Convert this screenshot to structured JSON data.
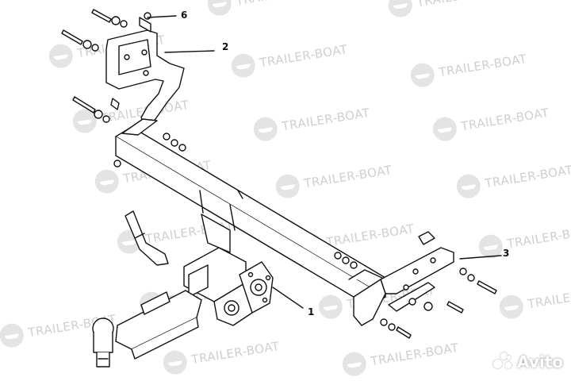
{
  "watermark": {
    "text": "TRAILER-BOAT",
    "color": "#cfcfcf"
  },
  "callouts": [
    {
      "id": "1",
      "label": "1"
    },
    {
      "id": "2",
      "label": "2"
    },
    {
      "id": "3",
      "label": "3"
    },
    {
      "id": "6",
      "label": "6"
    }
  ],
  "badge": {
    "text": "Avito"
  },
  "colors": {
    "line": "#111111",
    "background": "#ffffff"
  }
}
